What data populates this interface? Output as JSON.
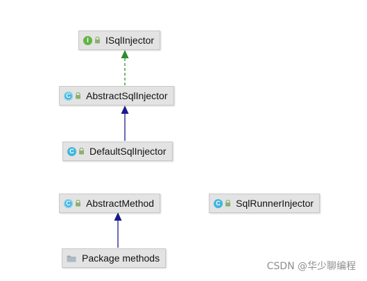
{
  "nodes": {
    "isqlinjector": {
      "label": "ISqlInjector",
      "kind": "interface",
      "icon": "interface-icon"
    },
    "abstract_sql_injector": {
      "label": "AbstractSqlInjector",
      "kind": "abstract-class",
      "icon": "abstract-class-icon"
    },
    "default_sql_injector": {
      "label": "DefaultSqlInjector",
      "kind": "class",
      "icon": "class-icon"
    },
    "abstract_method": {
      "label": "AbstractMethod",
      "kind": "abstract-class",
      "icon": "abstract-class-icon"
    },
    "sql_runner_injector": {
      "label": "SqlRunnerInjector",
      "kind": "class",
      "icon": "class-icon"
    },
    "package_methods": {
      "label": "Package methods",
      "kind": "package",
      "icon": "folder-icon"
    }
  },
  "edges": [
    {
      "from": "AbstractSqlInjector",
      "to": "ISqlInjector",
      "type": "implements",
      "color": "#2e8b2e"
    },
    {
      "from": "DefaultSqlInjector",
      "to": "AbstractSqlInjector",
      "type": "extends",
      "color": "#1a1a8c"
    },
    {
      "from": "Package methods",
      "to": "AbstractMethod",
      "type": "extends",
      "color": "#1a1a8c"
    }
  ],
  "watermark": "CSDN @华少聊编程"
}
